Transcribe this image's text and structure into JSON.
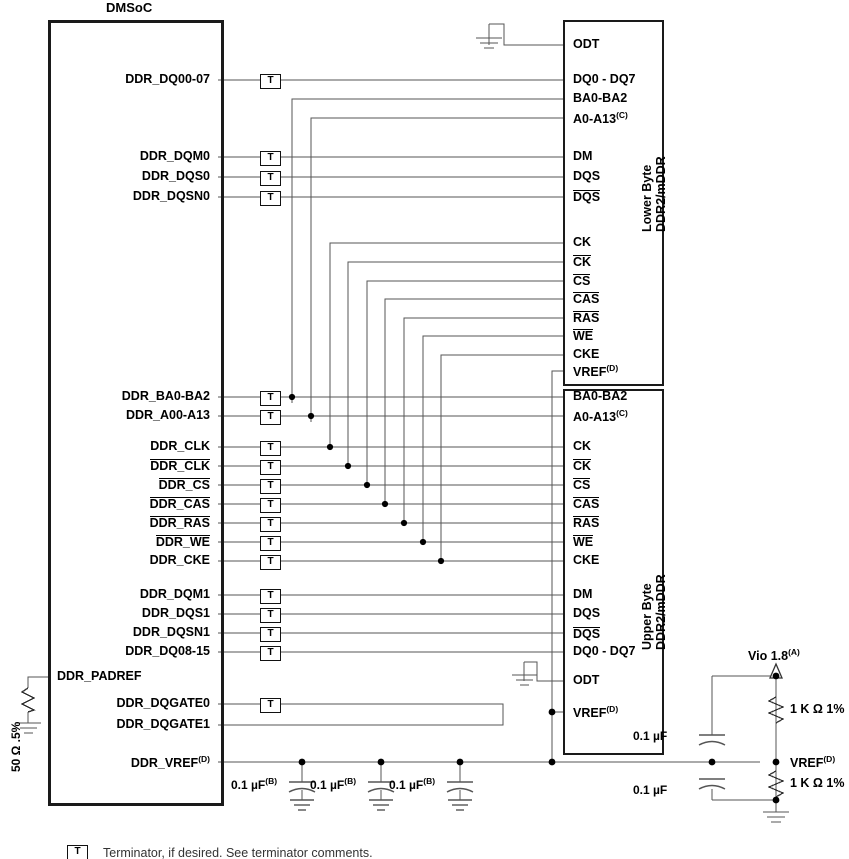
{
  "diagram": {
    "title": "DMSoC DDR2/mDDR interface schematic",
    "soc": {
      "name": "DMSoC"
    },
    "memory_blocks": [
      {
        "id": "lower",
        "side_label_line1": "Lower Byte",
        "side_label_line2": "DDR2/mDDR"
      },
      {
        "id": "upper",
        "side_label_line1": "Upper Byte",
        "side_label_line2": "DDR2/mDDR"
      }
    ],
    "soc_pins": [
      {
        "label": "DDR_DQ00-07",
        "overline": false,
        "terminator": true
      },
      {
        "label": "DDR_DQM0",
        "overline": false,
        "terminator": true
      },
      {
        "label": "DDR_DQS0",
        "overline": false,
        "terminator": true
      },
      {
        "label": "DDR_DQSN0",
        "overline": false,
        "terminator": true
      },
      {
        "label": "DDR_BA0-BA2",
        "overline": false,
        "terminator": true
      },
      {
        "label": "DDR_A00-A13",
        "overline": false,
        "terminator": true
      },
      {
        "label": "DDR_CLK",
        "overline": false,
        "terminator": true
      },
      {
        "label": "DDR_CLK",
        "overline": true,
        "terminator": true
      },
      {
        "label": "DDR_CS",
        "overline": true,
        "terminator": true
      },
      {
        "label": "DDR_CAS",
        "overline": true,
        "terminator": true
      },
      {
        "label": "DDR_RAS",
        "overline": true,
        "terminator": true
      },
      {
        "label": "DDR_WE",
        "overline": true,
        "terminator": true
      },
      {
        "label": "DDR_CKE",
        "overline": false,
        "terminator": true
      },
      {
        "label": "DDR_DQM1",
        "overline": false,
        "terminator": true
      },
      {
        "label": "DDR_DQS1",
        "overline": false,
        "terminator": true
      },
      {
        "label": "DDR_DQSN1",
        "overline": false,
        "terminator": true
      },
      {
        "label": "DDR_DQ08-15",
        "overline": false,
        "terminator": true
      },
      {
        "label": "DDR_PADREF",
        "overline": false,
        "terminator": false
      },
      {
        "label": "DDR_DQGATE0",
        "overline": false,
        "terminator": true
      },
      {
        "label": "DDR_DQGATE1",
        "overline": false,
        "terminator": false
      },
      {
        "label": "DDR_VREF",
        "overline": false,
        "sup": "(D)",
        "terminator": false
      }
    ],
    "lower_block_pins": [
      {
        "label": "ODT",
        "overline": false
      },
      {
        "label": "DQ0 - DQ7",
        "overline": false
      },
      {
        "label": "BA0-BA2",
        "overline": false
      },
      {
        "label": "A0-A13",
        "overline": false,
        "sup": "(C)"
      },
      {
        "label": "DM",
        "overline": false
      },
      {
        "label": "DQS",
        "overline": false
      },
      {
        "label": "DQS",
        "overline": true
      },
      {
        "label": "CK",
        "overline": false
      },
      {
        "label": "CK",
        "overline": true
      },
      {
        "label": "CS",
        "overline": true
      },
      {
        "label": "CAS",
        "overline": true
      },
      {
        "label": "RAS",
        "overline": true
      },
      {
        "label": "WE",
        "overline": true
      },
      {
        "label": "CKE",
        "overline": false
      },
      {
        "label": "VREF",
        "overline": false,
        "sup": "(D)"
      }
    ],
    "upper_block_pins": [
      {
        "label": "BA0-BA2",
        "overline": false
      },
      {
        "label": "A0-A13",
        "overline": false,
        "sup": "(C)"
      },
      {
        "label": "CK",
        "overline": false
      },
      {
        "label": "CK",
        "overline": true
      },
      {
        "label": "CS",
        "overline": true
      },
      {
        "label": "CAS",
        "overline": true
      },
      {
        "label": "RAS",
        "overline": true
      },
      {
        "label": "WE",
        "overline": true
      },
      {
        "label": "CKE",
        "overline": false
      },
      {
        "label": "DM",
        "overline": false
      },
      {
        "label": "DQS",
        "overline": false
      },
      {
        "label": "DQS",
        "overline": true
      },
      {
        "label": "DQ0 - DQ7",
        "overline": false
      },
      {
        "label": "ODT",
        "overline": false
      },
      {
        "label": "VREF",
        "overline": false,
        "sup": "(D)"
      }
    ],
    "passives": {
      "padref_resistor": "50 Ω .5%",
      "vref_bypass_caps": [
        "0.1 µF",
        "0.1 µF",
        "0.1 µF"
      ],
      "vref_bypass_sup": "(B)",
      "divider_top_cap": "0.1 µF",
      "divider_bottom_cap": "0.1 µF",
      "divider_top_res": "1 K Ω 1%",
      "divider_bottom_res": "1 K Ω 1%",
      "supply_label": "Vio 1.8",
      "supply_sup": "(A)",
      "vref_node_label": "VREF",
      "vref_node_sup": "(D)"
    },
    "legend": {
      "terminator_glyph": "T",
      "text": "Terminator, if desired. See terminator comments."
    },
    "colors": {
      "ink": "#000000",
      "wire": "#4d4d4d",
      "block_border": "#1a1a1a",
      "background": "#ffffff"
    }
  }
}
